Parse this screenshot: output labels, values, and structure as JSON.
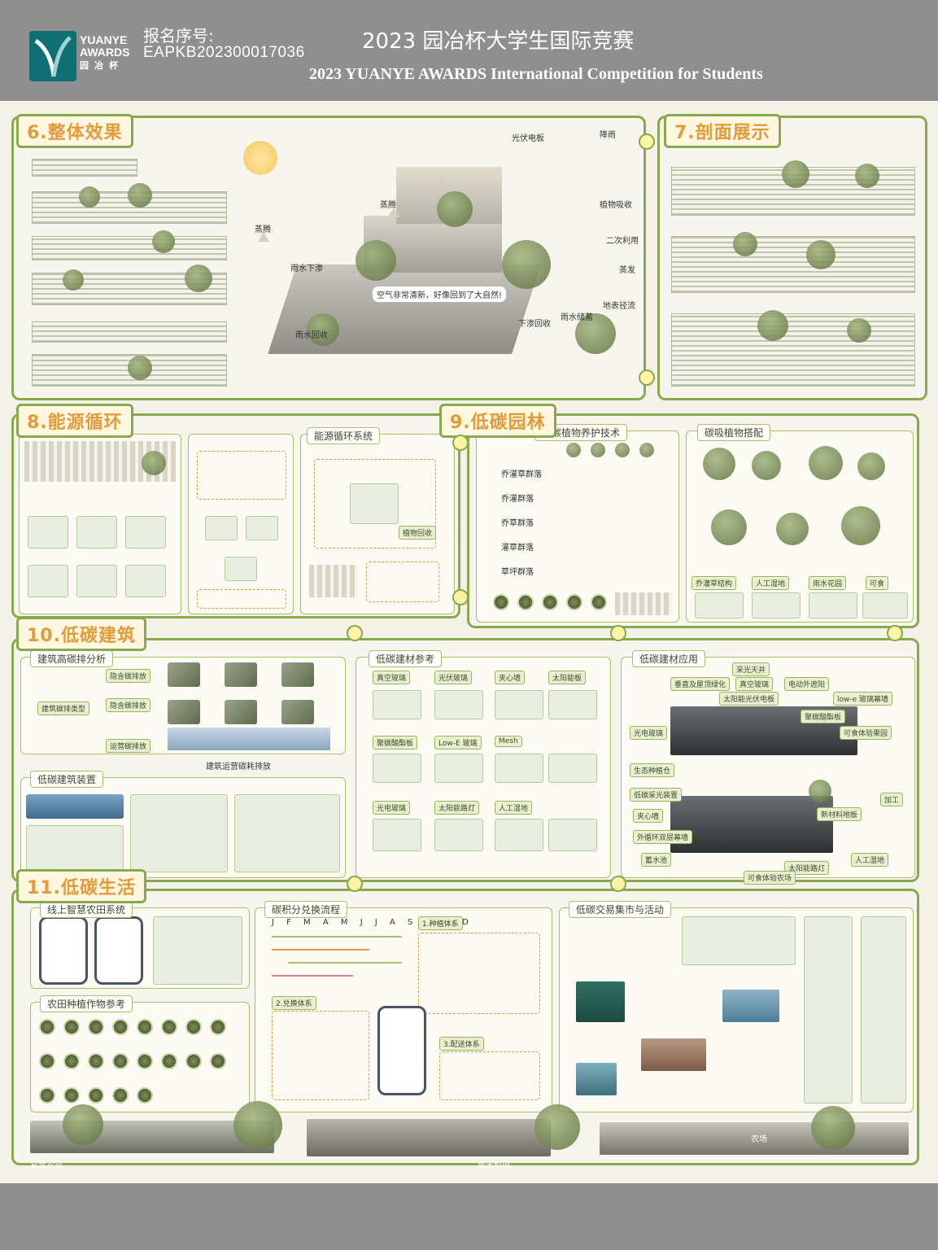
{
  "header": {
    "logo_line1": "YUANYE",
    "logo_line2": "AWARDS",
    "logo_cn": "园 冶 杯",
    "reg_label": "报名序号:",
    "reg_number": "EAPKB202300017036",
    "title_cn": "2023 园冶杯大学生国际竞赛",
    "title_en": "2023 YUANYE AWARDS International Competition for  Students"
  },
  "sections": {
    "s6": "6.整体效果",
    "s7": "7.剖面展示",
    "s8": "8.能源循环",
    "s9": "9.低碳园林",
    "s10": "10.低碳建筑",
    "s11": "11.低碳生活"
  },
  "s6": {
    "labels": [
      "光伏电板",
      "降雨",
      "蒸腾",
      "植物吸收",
      "蒸腾",
      "二次利用",
      "雨水下渗",
      "蒸发",
      "下渗回收",
      "雨水储蓄",
      "地表径流",
      "雨水回收"
    ],
    "bubble": "空气非常清新，好像回到了大自然!"
  },
  "s8": {
    "sub_title": "能源循环系统",
    "tag": "植物回收"
  },
  "s9": {
    "sub1": "低碳植物养护技术",
    "sub2": "碳吸植物搭配",
    "rows": [
      "乔灌草群落",
      "乔灌群落",
      "乔草群落",
      "灌草群落",
      "草坪群落"
    ],
    "tags": [
      "乔灌草结构",
      "人工湿地",
      "雨水花园",
      "可食"
    ]
  },
  "s10": {
    "sub1": "建筑高碳排分析",
    "sub2": "低碳建材参考",
    "sub3": "低碳建材应用",
    "sub4": "低碳建筑装置",
    "analysis": [
      "隐含碳排放",
      "建筑碳排类型",
      "隐含碳排放",
      "运营碳排放"
    ],
    "caption": "建筑运营碳耗排放",
    "apply_labels": [
      "采光天井",
      "垂直及屋顶绿化",
      "真空玻璃",
      "太阳能光伏电板",
      "电动外遮阳",
      "low-e 玻璃幕墙",
      "聚碳酸酯板",
      "可食体验果园",
      "光电玻璃",
      "生态种植仓",
      "低碳采光装置",
      "夹心墙",
      "外循环双层幕墙",
      "新材料地板",
      "加工",
      "蓄水池",
      "人工湿地",
      "太阳能路灯",
      "可食体验农场"
    ],
    "materials": [
      "真空玻璃",
      "光伏玻璃",
      "夹心墙",
      "太阳能板",
      "聚碳酸酯板",
      "Low-E 玻璃",
      "Mesh",
      "光电玻璃",
      "太阳能路灯",
      "人工湿地"
    ]
  },
  "s11": {
    "sub1": "线上智慧农田系统",
    "sub2": "碳积分兑换流程",
    "sub3": "低碳交易集市与活动",
    "sub4": "农田种植作物参考",
    "tree_title": "1.种植体系",
    "exchange_title": "2.兑换体系",
    "delivery_title": "3.配送体系",
    "months": "J F M A M J J A S O N D",
    "bottom_left": "复合农业",
    "bottom_mid": "鱼米稻田",
    "bottom_right": "农场"
  }
}
